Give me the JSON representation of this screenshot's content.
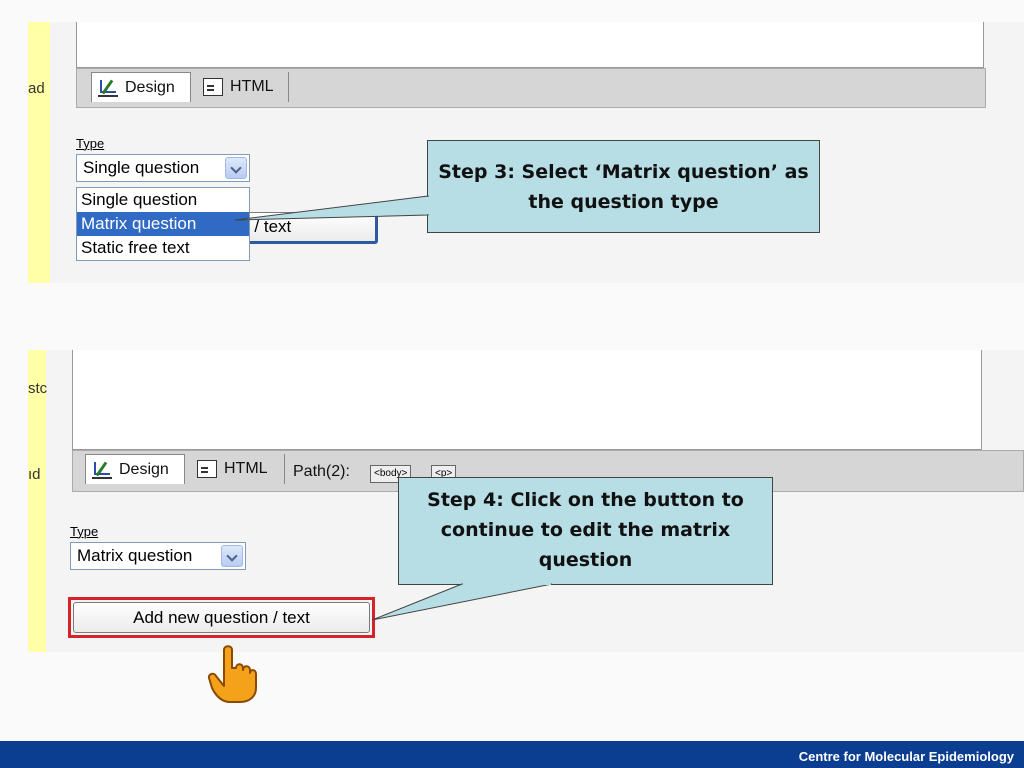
{
  "step3": {
    "side_label": "ad",
    "tabs": {
      "design": "Design",
      "html": "HTML"
    },
    "type_label": "Type",
    "select_value": "Single question",
    "options": [
      "Single question",
      "Matrix question",
      "Static free text"
    ],
    "selected_option_index": 1,
    "button_fragment": "ion / text",
    "callout": "Step 3: Select ‘Matrix question’ as the question type"
  },
  "step4": {
    "side_label_top": "stc",
    "side_label_bottom": "ıd",
    "tabs": {
      "design": "Design",
      "html": "HTML"
    },
    "path_label": "Path(2):",
    "path_tags": [
      "<body>",
      "<p>"
    ],
    "type_label": "Type",
    "select_value": "Matrix question",
    "button_label": "Add new question / text",
    "callout": "Step 4: Click on the button to continue to edit the matrix question"
  },
  "footer": {
    "text": "Centre for Molecular Epidemiology"
  },
  "colors": {
    "callout_bg": "#b7dde5",
    "highlight": "#d6232a",
    "footer_bg": "#0b3d91",
    "selected_option": "#316ac5",
    "yellow_bar": "#ffffa8"
  },
  "icons": [
    "design-icon",
    "html-icon",
    "chevron-down-icon",
    "hand-pointer-icon"
  ]
}
